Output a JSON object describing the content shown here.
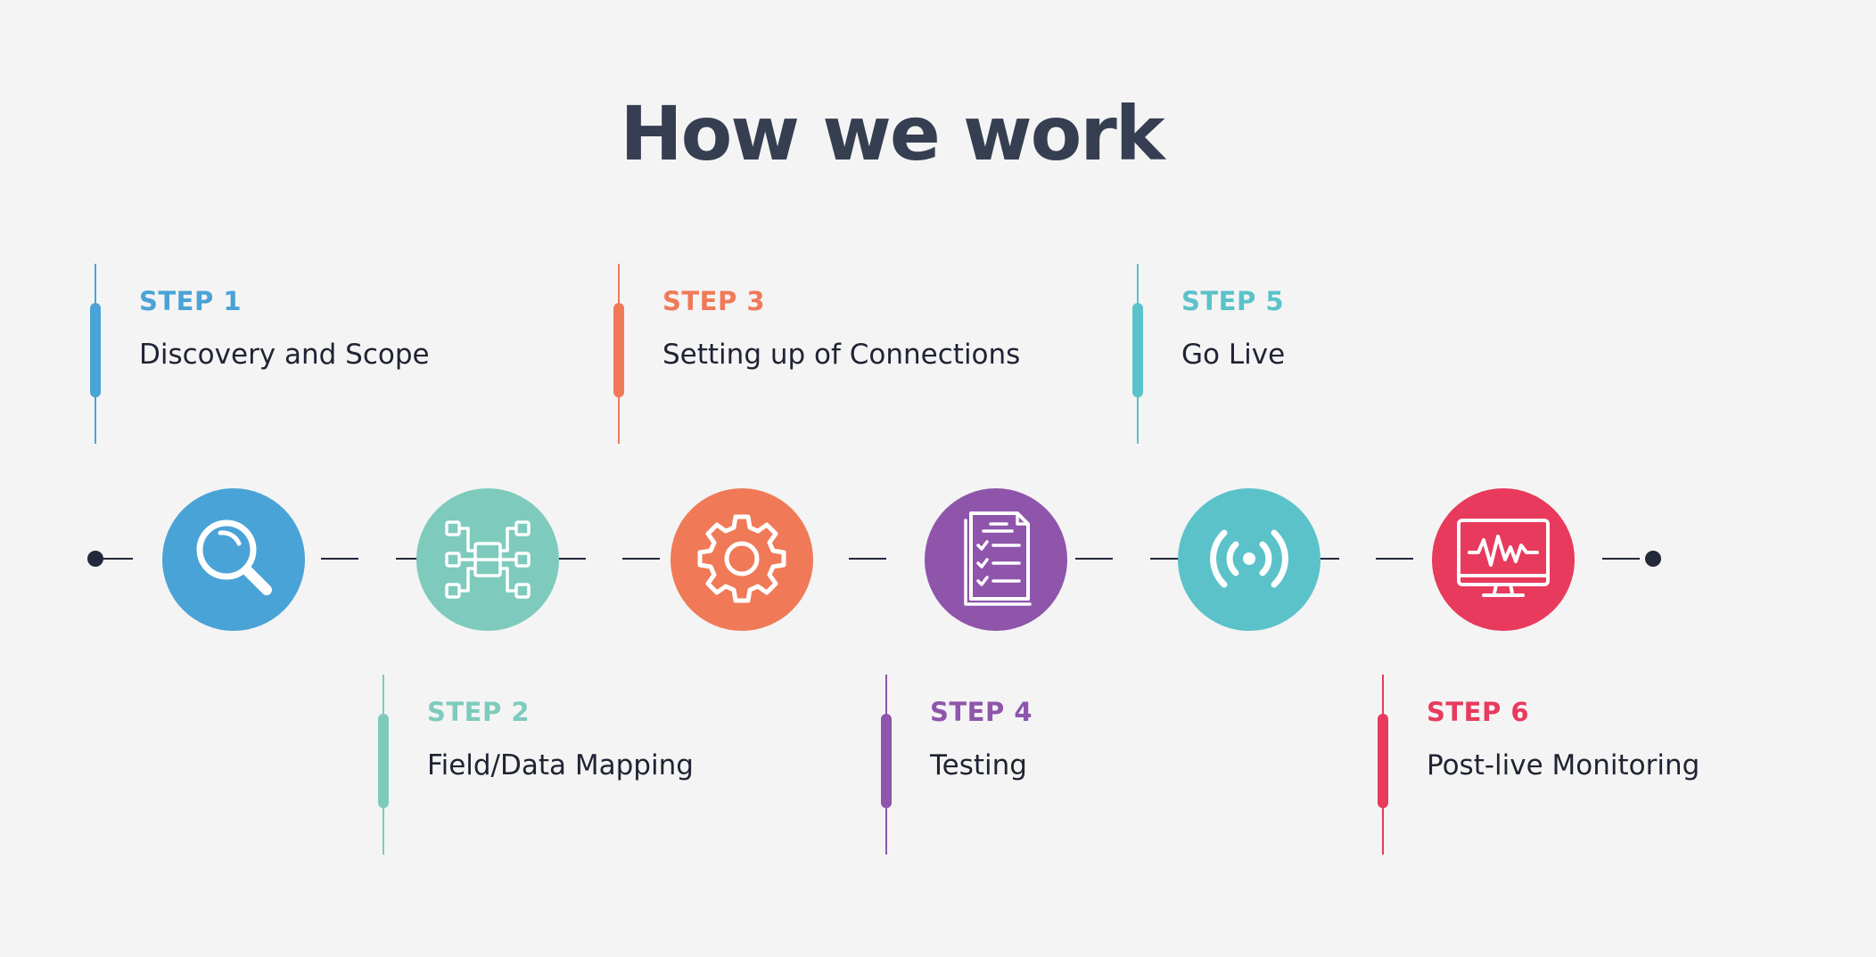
{
  "title": "How we work",
  "steps": [
    {
      "label": "STEP 1",
      "desc": "Discovery and Scope",
      "color": "#4aa3d6"
    },
    {
      "label": "STEP 2",
      "desc": "Field/Data Mapping",
      "color": "#7ecbbd"
    },
    {
      "label": "STEP 3",
      "desc": "Setting up of Connections",
      "color": "#f07a58"
    },
    {
      "label": "STEP 4",
      "desc": "Testing",
      "color": "#8f55ab"
    },
    {
      "label": "STEP 5",
      "desc": "Go Live",
      "color": "#5bc2c9"
    },
    {
      "label": "STEP 6",
      "desc": "Post-live Monitoring",
      "color": "#e83a5d"
    }
  ],
  "icons": [
    {
      "name": "magnifier-icon",
      "color": "#4aa3d6"
    },
    {
      "name": "data-mapping-icon",
      "color": "#7ecbbd"
    },
    {
      "name": "gear-icon",
      "color": "#f07a58"
    },
    {
      "name": "checklist-icon",
      "color": "#8f55ab"
    },
    {
      "name": "broadcast-icon",
      "color": "#5bc2c9"
    },
    {
      "name": "monitor-pulse-icon",
      "color": "#e83a5d"
    }
  ],
  "line_color": "#23283a"
}
